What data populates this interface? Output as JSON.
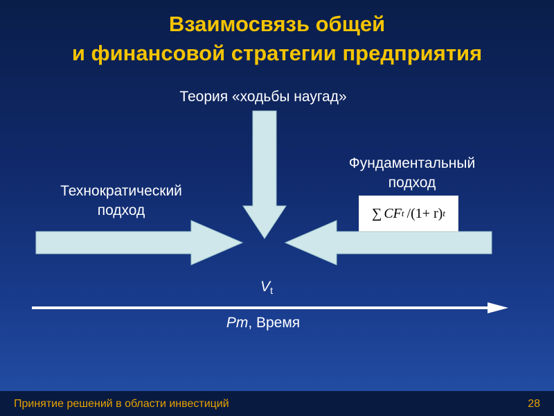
{
  "slide": {
    "title_line1": "Взаимосвязь общей",
    "title_line2": "и финансовой стратегии предприятия"
  },
  "diagram": {
    "top_label": "Теория «ходьбы наугад»",
    "left_label_line1": "Технократический",
    "left_label_line2": "подход",
    "right_label_line1": "Фундаментальный",
    "right_label_line2": "подход",
    "formula": {
      "sum": "∑",
      "cf": "CF",
      "cf_sub": "t",
      "slash": "/",
      "paren": "(1+ r)",
      "exp": "t"
    },
    "value_label": "V",
    "value_sub": "t",
    "axis_label_italic": "Pm",
    "axis_label_rest": ", Время"
  },
  "footer": {
    "text": "Принятие решений в области инвестиций",
    "page": "28"
  },
  "colors": {
    "title": "#f5c400",
    "arrow_fill": "#cfe7ea",
    "footer_text": "#e8a300"
  }
}
